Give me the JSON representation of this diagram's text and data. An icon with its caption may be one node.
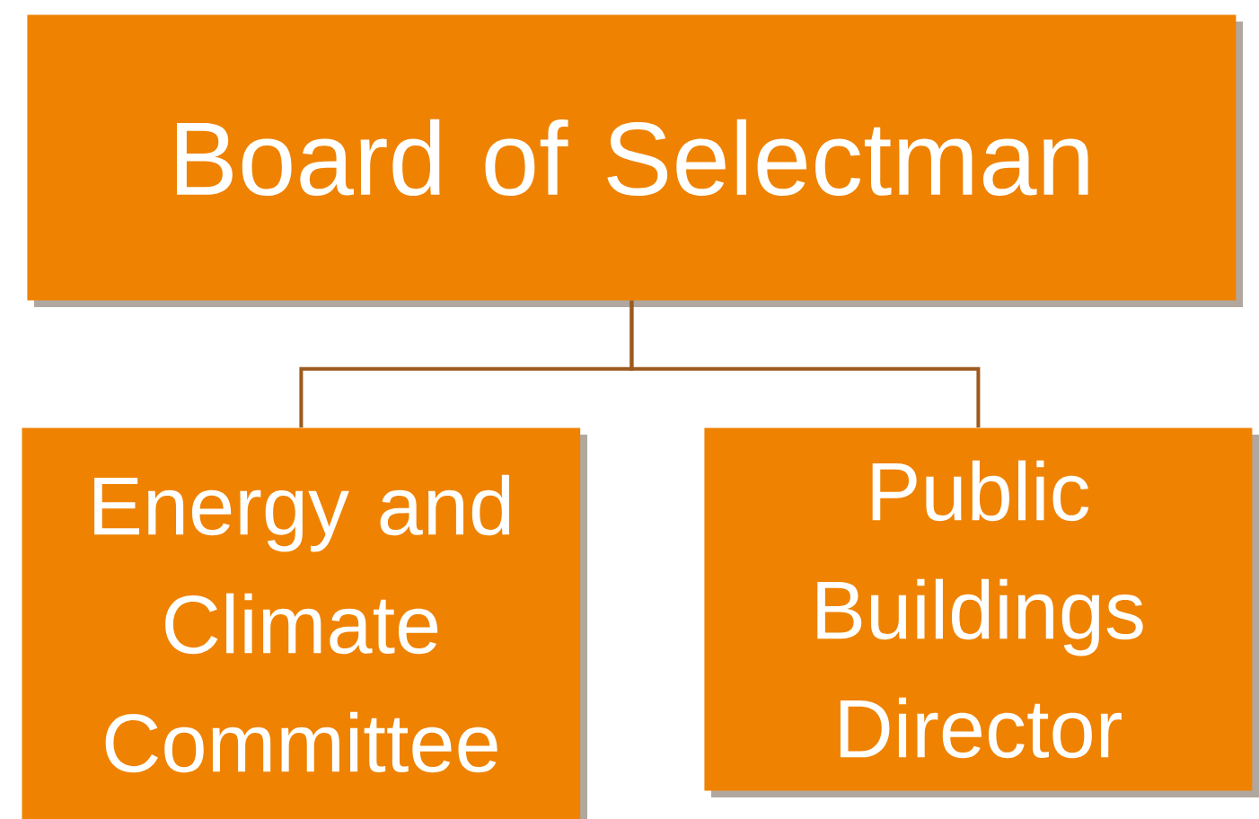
{
  "diagram": {
    "nodes": [
      {
        "text": [
          "Board of Selectman"
        ]
      },
      {
        "text": [
          "Energy and Climate Committee"
        ]
      },
      {
        "text": [
          "Public Buildings Director"
        ]
      }
    ],
    "edges": [
      {
        "from": 0,
        "to": 1,
        "arrow": "none"
      },
      {
        "from": 0,
        "to": 2,
        "arrow": "none"
      }
    ]
  }
}
